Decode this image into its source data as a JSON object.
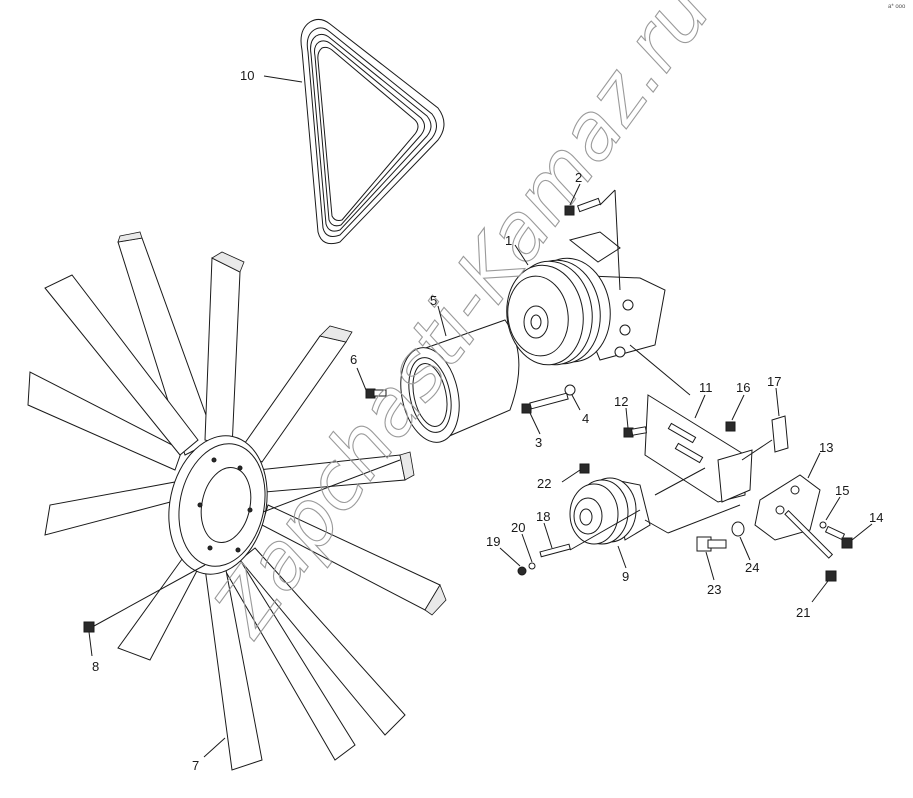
{
  "diagram": {
    "type": "exploded parts diagram",
    "watermark": "Zapchasti-Kamaz.ru",
    "corner_mark": "a* ooo",
    "callouts": [
      {
        "id": "1",
        "label": "1"
      },
      {
        "id": "2",
        "label": "2"
      },
      {
        "id": "3",
        "label": "3"
      },
      {
        "id": "4",
        "label": "4"
      },
      {
        "id": "5",
        "label": "5"
      },
      {
        "id": "6",
        "label": "6"
      },
      {
        "id": "7",
        "label": "7"
      },
      {
        "id": "8",
        "label": "8"
      },
      {
        "id": "9",
        "label": "9"
      },
      {
        "id": "10",
        "label": "10"
      },
      {
        "id": "11",
        "label": "11"
      },
      {
        "id": "12",
        "label": "12"
      },
      {
        "id": "13",
        "label": "13"
      },
      {
        "id": "14",
        "label": "14"
      },
      {
        "id": "15",
        "label": "15"
      },
      {
        "id": "16",
        "label": "16"
      },
      {
        "id": "17",
        "label": "17"
      },
      {
        "id": "18",
        "label": "18"
      },
      {
        "id": "19",
        "label": "19"
      },
      {
        "id": "20",
        "label": "20"
      },
      {
        "id": "21",
        "label": "21"
      },
      {
        "id": "22",
        "label": "22"
      },
      {
        "id": "23",
        "label": "23"
      },
      {
        "id": "24",
        "label": "24"
      }
    ]
  }
}
